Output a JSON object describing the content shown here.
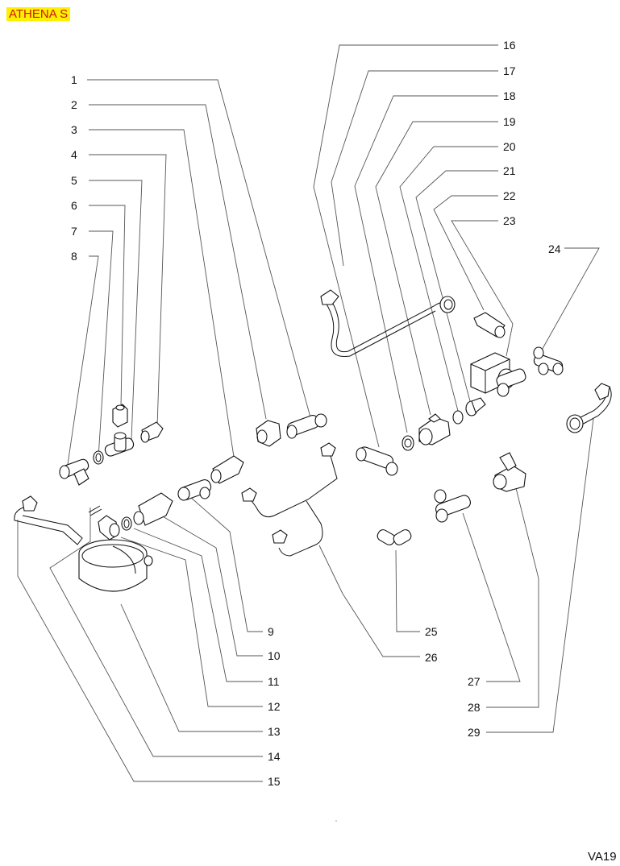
{
  "header": {
    "model_label": "ATHENA S"
  },
  "footer": {
    "page_code": "VA19"
  },
  "callouts": [
    {
      "number": "1"
    },
    {
      "number": "2"
    },
    {
      "number": "3"
    },
    {
      "number": "4"
    },
    {
      "number": "5"
    },
    {
      "number": "6"
    },
    {
      "number": "7"
    },
    {
      "number": "8"
    },
    {
      "number": "9"
    },
    {
      "number": "10"
    },
    {
      "number": "11"
    },
    {
      "number": "12"
    },
    {
      "number": "13"
    },
    {
      "number": "14"
    },
    {
      "number": "15"
    },
    {
      "number": "16"
    },
    {
      "number": "17"
    },
    {
      "number": "18"
    },
    {
      "number": "19"
    },
    {
      "number": "20"
    },
    {
      "number": "21"
    },
    {
      "number": "22"
    },
    {
      "number": "23"
    },
    {
      "number": "24"
    },
    {
      "number": "25"
    },
    {
      "number": "26"
    },
    {
      "number": "27"
    },
    {
      "number": "28"
    },
    {
      "number": "29"
    }
  ],
  "colors": {
    "badge_bg": "#ffef00",
    "badge_text": "#cc1414",
    "line": "#555555"
  }
}
